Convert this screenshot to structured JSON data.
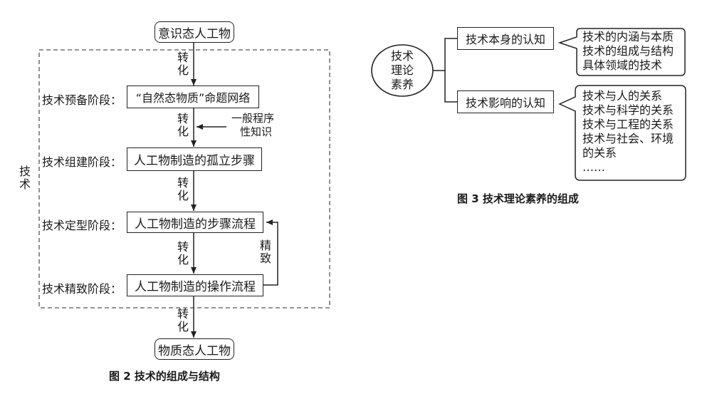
{
  "fig2": {
    "top_box": "意识态人工物",
    "bottom_box": "物质态人工物",
    "convert": "转化",
    "side_label": "技术",
    "general_procedure": "一般程序性知识",
    "general_procedure_line1": "一般程序",
    "general_procedure_line2": "性知识",
    "refine": "精致",
    "stages": [
      {
        "stage": "技术预备阶段：",
        "box": "“自然态物质”命题网络"
      },
      {
        "stage": "技术组建阶段：",
        "box": "人工物制造的孤立步骤"
      },
      {
        "stage": "技术定型阶段：",
        "box": "人工物制造的步骤流程"
      },
      {
        "stage": "技术精致阶段：",
        "box": "人工物制造的操作流程"
      }
    ],
    "caption": "图 2    技术的组成与结构"
  },
  "fig3": {
    "center": "技术理论素养",
    "center_lines": [
      "技术",
      "理论",
      "素养"
    ],
    "branches": [
      {
        "label": "技术本身的认知",
        "items": [
          "技术的内涵与本质",
          "技术的组成与结构",
          "具体领域的技术"
        ]
      },
      {
        "label": "技术影响的认知",
        "items": [
          "技术与人的关系",
          "技术与科学的关系",
          "技术与工程的关系",
          "技术与社会、环境",
          "的关系",
          "……"
        ]
      }
    ],
    "caption": "图 3    技术理论素养的组成"
  },
  "colors": {
    "line": "#222222",
    "dash": "#555555"
  }
}
